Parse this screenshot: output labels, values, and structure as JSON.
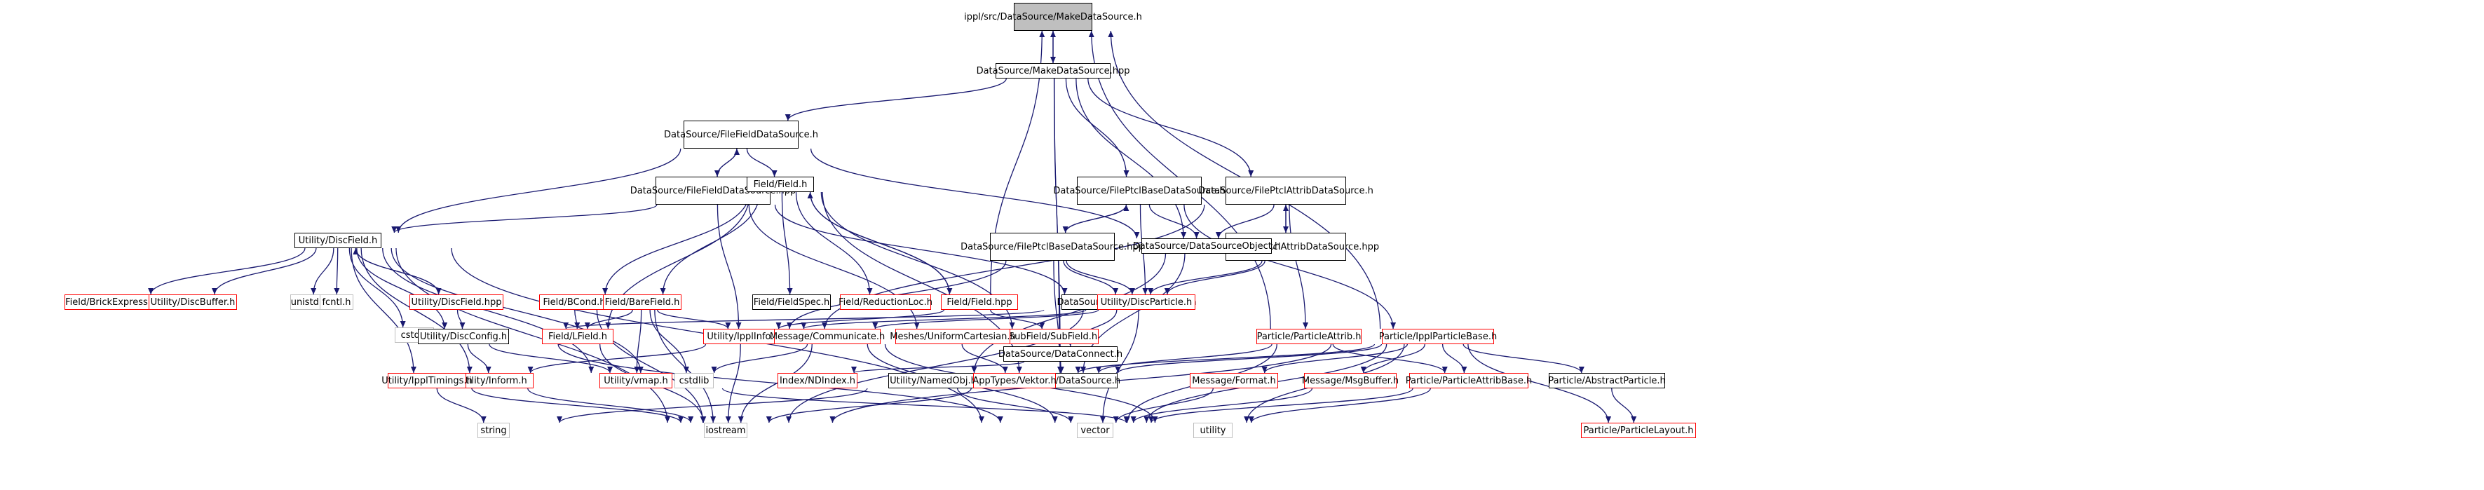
{
  "diagram": {
    "title": "",
    "nodes": [
      {
        "id": "root",
        "label": [
          "ippl/src/DataSource",
          "/MakeDataSource.h"
        ],
        "style": "root"
      },
      {
        "id": "mdshpp",
        "label": [
          "DataSource/MakeDataSource.hpp"
        ],
        "style": "black"
      },
      {
        "id": "ffds_h",
        "label": [
          "DataSource/FileFieldData",
          "Source.h"
        ],
        "style": "black"
      },
      {
        "id": "ffds_hpp",
        "label": [
          "DataSource/FileFieldData",
          "Source.hpp"
        ],
        "style": "black"
      },
      {
        "id": "fpbds_h",
        "label": [
          "DataSource/FilePtclBaseData",
          "Source.h"
        ],
        "style": "black"
      },
      {
        "id": "fpbds_hpp",
        "label": [
          "DataSource/FilePtclBaseData",
          "Source.hpp"
        ],
        "style": "black"
      },
      {
        "id": "fpads_h",
        "label": [
          "DataSource/FilePtclAttrib",
          "DataSource.h"
        ],
        "style": "black"
      },
      {
        "id": "fpads_hpp",
        "label": [
          "DataSource/FilePtclAttrib",
          "DataSource.hpp"
        ],
        "style": "black"
      },
      {
        "id": "dso",
        "label": [
          "DataSource/DataSourceObject.h"
        ],
        "style": "black"
      },
      {
        "id": "fdc",
        "label": [
          "DataSource/FileDataConnect.h"
        ],
        "style": "black"
      },
      {
        "id": "dc",
        "label": [
          "DataSource/DataConnect.h"
        ],
        "style": "black"
      },
      {
        "id": "ds",
        "label": [
          "DataSource/DataSource.h"
        ],
        "style": "black"
      },
      {
        "id": "discfield",
        "label": [
          "Utility/DiscField.h"
        ],
        "style": "black"
      },
      {
        "id": "discfield_hpp",
        "label": [
          "Utility/DiscField.hpp"
        ],
        "style": "red"
      },
      {
        "id": "brickexpr",
        "label": [
          "Field/BrickExpression.h"
        ],
        "style": "red"
      },
      {
        "id": "discbuffer",
        "label": [
          "Utility/DiscBuffer.h"
        ],
        "style": "red"
      },
      {
        "id": "unistd",
        "label": [
          "unistd.h"
        ],
        "style": "gray"
      },
      {
        "id": "fcntl",
        "label": [
          "fcntl.h"
        ],
        "style": "gray"
      },
      {
        "id": "cstdio",
        "label": [
          "cstdio"
        ],
        "style": "gray"
      },
      {
        "id": "discconfig",
        "label": [
          "Utility/DiscConfig.h"
        ],
        "style": "black"
      },
      {
        "id": "inform",
        "label": [
          "Utility/Inform.h"
        ],
        "style": "red"
      },
      {
        "id": "ippltimings",
        "label": [
          "Utility/IpplTimings.h"
        ],
        "style": "red"
      },
      {
        "id": "string",
        "label": [
          "string"
        ],
        "style": "gray"
      },
      {
        "id": "iostream",
        "label": [
          "iostream"
        ],
        "style": "gray"
      },
      {
        "id": "vector",
        "label": [
          "vector"
        ],
        "style": "gray"
      },
      {
        "id": "utility",
        "label": [
          "utility"
        ],
        "style": "gray"
      },
      {
        "id": "cstdlib",
        "label": [
          "cstdlib"
        ],
        "style": "gray"
      },
      {
        "id": "vmap",
        "label": [
          "Utility/vmap.h"
        ],
        "style": "red"
      },
      {
        "id": "field",
        "label": [
          "Field/Field.h"
        ],
        "style": "black"
      },
      {
        "id": "bcond",
        "label": [
          "Field/BCond.h"
        ],
        "style": "red"
      },
      {
        "id": "barefield",
        "label": [
          "Field/BareField.h"
        ],
        "style": "red"
      },
      {
        "id": "lfield",
        "label": [
          "Field/LField.h"
        ],
        "style": "red"
      },
      {
        "id": "fieldspec",
        "label": [
          "Field/FieldSpec.h"
        ],
        "style": "black"
      },
      {
        "id": "reductionloc",
        "label": [
          "Field/ReductionLoc.h"
        ],
        "style": "red"
      },
      {
        "id": "field_hpp",
        "label": [
          "Field/Field.hpp"
        ],
        "style": "red"
      },
      {
        "id": "subfield",
        "label": [
          "SubField/SubField.h"
        ],
        "style": "red"
      },
      {
        "id": "ipplinfo",
        "label": [
          "Utility/IpplInfo.h"
        ],
        "style": "red"
      },
      {
        "id": "communicate",
        "label": [
          "Message/Communicate.h"
        ],
        "style": "red"
      },
      {
        "id": "meshes",
        "label": [
          "Meshes/UniformCartesian.h"
        ],
        "style": "red"
      },
      {
        "id": "ndindex",
        "label": [
          "Index/NDIndex.h"
        ],
        "style": "red"
      },
      {
        "id": "namedobj",
        "label": [
          "Utility/NamedObj.h"
        ],
        "style": "black"
      },
      {
        "id": "discparticle",
        "label": [
          "Utility/DiscParticle.h"
        ],
        "style": "red"
      },
      {
        "id": "vektor",
        "label": [
          "AppTypes/Vektor.h"
        ],
        "style": "red"
      },
      {
        "id": "particleattrib",
        "label": [
          "Particle/ParticleAttrib.h"
        ],
        "style": "red"
      },
      {
        "id": "ipplparticlebase",
        "label": [
          "Particle/IpplParticleBase.h"
        ],
        "style": "red"
      },
      {
        "id": "msgformat",
        "label": [
          "Message/Format.h"
        ],
        "style": "red"
      },
      {
        "id": "msgbuffer",
        "label": [
          "Message/MsgBuffer.h"
        ],
        "style": "red"
      },
      {
        "id": "pattribbase",
        "label": [
          "Particle/ParticleAttribBase.h"
        ],
        "style": "red"
      },
      {
        "id": "abstractparticle",
        "label": [
          "Particle/AbstractParticle.h"
        ],
        "style": "black"
      },
      {
        "id": "particlelayout",
        "label": [
          "Particle/ParticleLayout.h"
        ],
        "style": "red"
      }
    ]
  }
}
